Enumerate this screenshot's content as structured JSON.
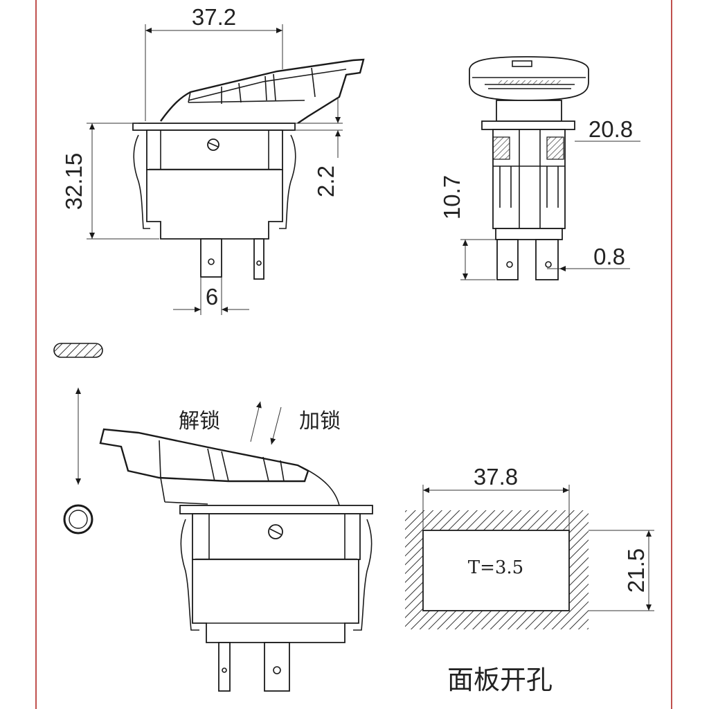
{
  "dimensions": {
    "top_width": "37.2",
    "height": "32.15",
    "panel_thickness": "2.2",
    "terminal_width": "6",
    "side_width": "20.8",
    "side_body": "10.7",
    "terminal_thickness": "0.8",
    "cutout_width": "37.8",
    "cutout_height": "21.5",
    "panel_t": "T=3.5"
  },
  "labels": {
    "unlock": "解锁",
    "lock": "加锁",
    "panel_cutout": "面板开孔"
  },
  "colors": {
    "line": "#1a1a1a",
    "frame": "#c0504d",
    "hatch": "#333333"
  }
}
